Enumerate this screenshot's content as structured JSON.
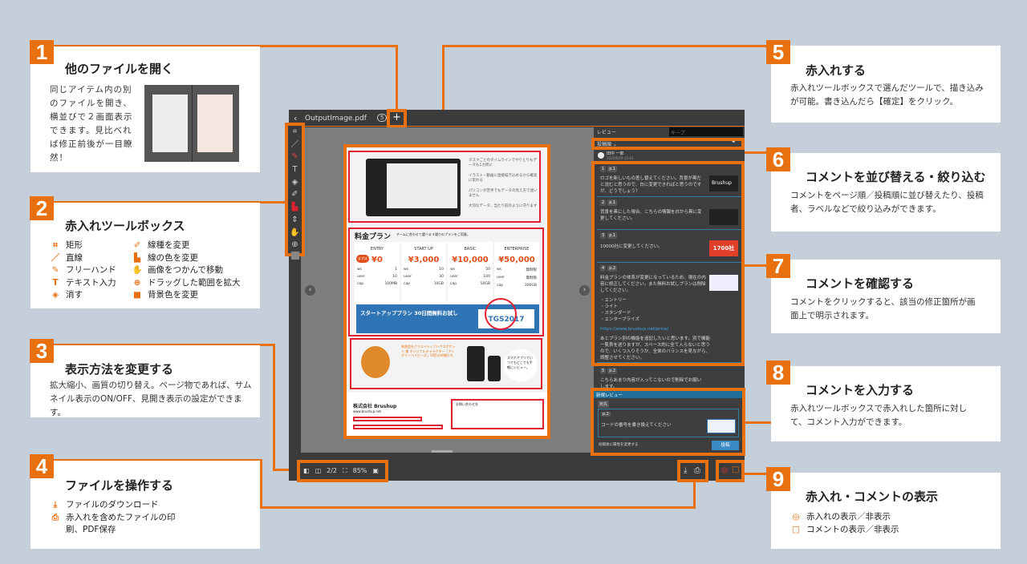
{
  "cards": [
    {
      "num": "1",
      "title": "他のファイルを開く",
      "body": "同じアイテム内の別のファイルを開き、横並びで２画面表示できます。見比べれば修正前後が一目瞭然！"
    },
    {
      "num": "2",
      "title": "赤入れツールボックス",
      "tools": [
        {
          "icon": "rectangle-icon",
          "glyph": "⌗",
          "label": "矩形"
        },
        {
          "icon": "line-icon",
          "glyph": "／",
          "label": "直線"
        },
        {
          "icon": "freehand-icon",
          "glyph": "✎",
          "label": "フリーハンド"
        },
        {
          "icon": "text-icon",
          "glyph": "T",
          "label": "テキスト入力"
        },
        {
          "icon": "eraser-icon",
          "glyph": "◈",
          "label": "消す"
        },
        {
          "icon": "line-style-icon",
          "glyph": "✐",
          "label": "線種を変更"
        },
        {
          "icon": "line-color-icon",
          "glyph": "▙",
          "label": "線の色を変更"
        },
        {
          "icon": "hand-icon",
          "glyph": "✋",
          "label": "画像をつかんで移動"
        },
        {
          "icon": "zoom-icon",
          "glyph": "⊕",
          "label": "ドラッグした範囲を拡大"
        },
        {
          "icon": "background-color-icon",
          "glyph": "■",
          "label": "背景色を変更"
        }
      ]
    },
    {
      "num": "3",
      "title": "表示方法を変更する",
      "body": "拡大縮小、画質の切り替え。ページ物であれば、サムネイル表示のON/OFF、見開き表示の設定ができます。"
    },
    {
      "num": "4",
      "title": "ファイルを操作する",
      "items": [
        {
          "icon": "download-icon",
          "glyph": "⤓",
          "label": "ファイルのダウンロード"
        },
        {
          "icon": "print-icon",
          "glyph": "⎙",
          "label": "赤入れを含めたファイルの印刷、PDF保存"
        }
      ]
    },
    {
      "num": "5",
      "title": "赤入れする",
      "body": "赤入れツールボックスで選んだツールで、描き込みが可能。書き込んだら【確定】をクリック。"
    },
    {
      "num": "6",
      "title": "コメントを並び替える・絞り込む",
      "body": "コメントをページ順／投稿順に並び替えたり、投稿者、ラベルなどで絞り込みができます。"
    },
    {
      "num": "7",
      "title": "コメントを確認する",
      "body": "コメントをクリックすると、該当の修正箇所が画面上で明示されます。"
    },
    {
      "num": "8",
      "title": "コメントを入力する",
      "body": "赤入れツールボックスで赤入れした箇所に対して、コメント入力ができます。"
    },
    {
      "num": "9",
      "title": "赤入れ・コメントの表示",
      "items": [
        {
          "icon": "eye-icon",
          "glyph": "◎",
          "label": "赤入れの表示／非表示"
        },
        {
          "icon": "comment-icon",
          "glyph": "□",
          "label": "コメントの表示／非表示"
        }
      ]
    }
  ],
  "viewer": {
    "filename": "OutputImage.pdf",
    "back": "‹",
    "badge": "5",
    "add": "+",
    "page_indicator": "2/2",
    "zoom": "85%",
    "doc": {
      "features": [
        "タスクごとのタイムラインでやりとりもデータも1カ所に",
        "イラスト・動画に直接描き込めるから確実に伝わる",
        "パソコンが苦手でもデータの見え方で迷いません",
        "大切なデータ、当たり前のように守ります"
      ],
      "plan_title": "料金プラン",
      "plan_sub": "チームに合わせて選べる４通りのプランをご用意。",
      "plans": [
        {
          "name": "ENTRY",
          "price": "¥0",
          "ws": "1",
          "users": "10",
          "cap": "100MB"
        },
        {
          "name": "START UP",
          "price": "¥3,000",
          "ws": "10",
          "users": "30",
          "cap": "10GB"
        },
        {
          "name": "BASIC",
          "price": "¥10,000",
          "ws": "50",
          "users": "100",
          "cap": "50GB"
        },
        {
          "name": "ENTERPRISE",
          "price": "¥50,000",
          "ws": "無制限",
          "users": "無制限",
          "cap": "300GB"
        }
      ],
      "free_badge": "まずは",
      "trial": "スタートアッププラン 30日間無料お試し",
      "code": "TGS2017",
      "char_title": "有限会社クリエイティブハウスポケット 様 オリジナルキャラクター「アングリーベイビーズ」10匹の仲間たち",
      "app_text": "スマホアプリでいつでもどこでも手軽にレビュー。",
      "company": "株式会社 Brushup",
      "url": "www.brushup.net",
      "contact": "お問い合わせ先"
    }
  },
  "review": {
    "tab_review": "レビュー",
    "tab_keep": "キープ",
    "sort": "投稿順 ⌄",
    "filter_icon": "⏷",
    "user": "田中 一郎",
    "date": "2022/6/19 15:41",
    "comments": [
      {
        "n": "1",
        "page": "p.1",
        "text": "ロゴを新しいもの差し替えてください。背景が黒だと沈むと思うので、白に変更できればと思うのですが、どうでしょう？",
        "thumb": "Brushup"
      },
      {
        "n": "2",
        "page": "p.1",
        "text": "背景を黒にした場合、こちらの情報を白から黒に変更してください。"
      },
      {
        "n": "3",
        "page": "p.1",
        "text": "10000社に変更してください。",
        "thumb": "1700社"
      },
      {
        "n": "4",
        "page": "p.2",
        "text": "料金プランの体系が変更になっているため、現在の内容に修正してください。また無料お試しプランは削除してください。",
        "list": [
          "・エントリー",
          "・ライト",
          "・スタンダード",
          "・エンタープライズ"
        ],
        "link": "https://www.brushup.net/price/",
        "text2": "あとプラン別の機能を追記したいと思います。別で機能一覧表を送りますが、スペース的に全て入らないと思うので、いくつ入りそうか、全体のバランスを見ながら、調整させてください。"
      },
      {
        "n": "5",
        "page": "p.2",
        "text": "こちらあまり内容が入ってこないので削除でお願いします。"
      }
    ],
    "new_review": "新規レビュー",
    "to": "宛先",
    "new_page": "p.2",
    "new_text": "コードの番号を書き換えてください",
    "checkbox": "投稿後に属性を変更する",
    "submit": "投稿"
  },
  "colors": {
    "accent": "#e8700f",
    "background": "#c5cfd9",
    "markup": "#e02030"
  }
}
